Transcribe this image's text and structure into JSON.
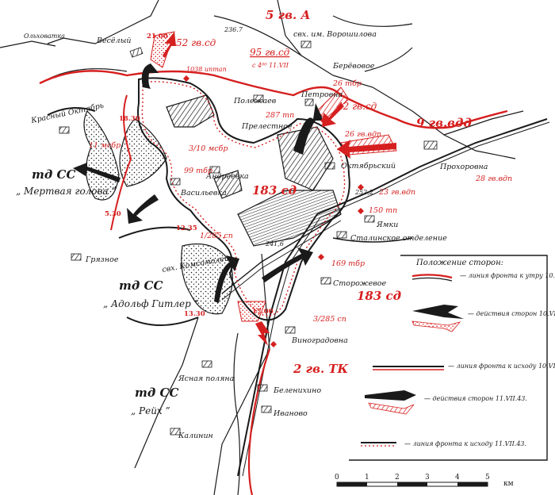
{
  "colors": {
    "red": "#d61f1f",
    "black": "#1a1a1a",
    "paper": "#ffffff"
  },
  "places": {
    "vesely": "Весёлый",
    "svh_voroshilova": "свх. им. Ворошилова",
    "berevovoe": "Берёвовое",
    "polezhaev": "Полежаев",
    "petrovna": "Петровна",
    "prelestnoe": "Прелестное",
    "krasny_oktyabr": "Красный Октябрь",
    "oktyabrsky": "Октябрьский",
    "prokhorovna": "Прохоровна",
    "andreevka": "Андреевка",
    "vasilevka": "Васильевка",
    "yamki": "Ямки",
    "stalinskoe": "Сталинское отделение",
    "gryaznoe": "Грязное",
    "svh_komsomolets": "свх. Комсомолец",
    "storozhevoe": "Сторожевое",
    "vinogradovna": "Виноградовна",
    "yasnaya_polyana": "Ясная поляна",
    "belenikhino": "Беленихино",
    "ivanovo": "Иваново",
    "kalinin": "Калинин",
    "olkhovatka": "Ольховатка"
  },
  "heights": {
    "h2367": "236.7",
    "h2522": "252,2",
    "h2416": "241,6"
  },
  "units_red": {
    "gv5a": "5 гв. А",
    "sd52": "52 гв.сд",
    "sd95": "95 гв.сд",
    "sd95_time": "с 4⁰⁰ 11.VII",
    "tbr26": "26 тбр",
    "sd42": "42 гв.сд",
    "vdd9": "9 гв.вдд",
    "vdp26": "26 гв.вдп",
    "vdp28": "28 гв.вдп",
    "tbr99": "99 тбр",
    "vdp23": "23 гв.вдп",
    "otp1": "1/285 сп",
    "sd183_north": "183 сд",
    "sd183_south": "183 сд",
    "tbr169": "169 тбр",
    "sp3": "3/285 сп",
    "tk2": "2 гв. ТК",
    "otp150": "150 тп",
    "mp11": "11 мсбр",
    "mp3": "3/10 мсбр",
    "tbr287": "287 тп",
    "btl1038": "1038 иптап"
  },
  "units_black": {
    "td_mg": "тд СС",
    "td_mg_name": "„ Мертвая голова ”",
    "td_ah": "тд СС",
    "td_ah_name": "„ Адольф Гитлер ”",
    "td_reich": "тд СС",
    "td_reich_name": "„ Рейх ”"
  },
  "times": {
    "t2100": "21.00",
    "t1830": "18.30",
    "t530": "5.30",
    "t1235": "12.35",
    "t1330": "13.30",
    "t1700": "17.00"
  },
  "legend": {
    "title": "Положение сторон:",
    "item1": "— линия фронта к утру 10.VII.43.",
    "item2": "— действия сторон 10.VII.43.",
    "item3": "— линия фронта к исходу 10.VII.43.",
    "item4": "— действия сторон 11.VII.43.",
    "item5": "— линия фронта к исходу 11.VII.43."
  },
  "scale": {
    "ticks": [
      "0",
      "1",
      "2",
      "3",
      "4",
      "5"
    ],
    "unit": "км"
  }
}
